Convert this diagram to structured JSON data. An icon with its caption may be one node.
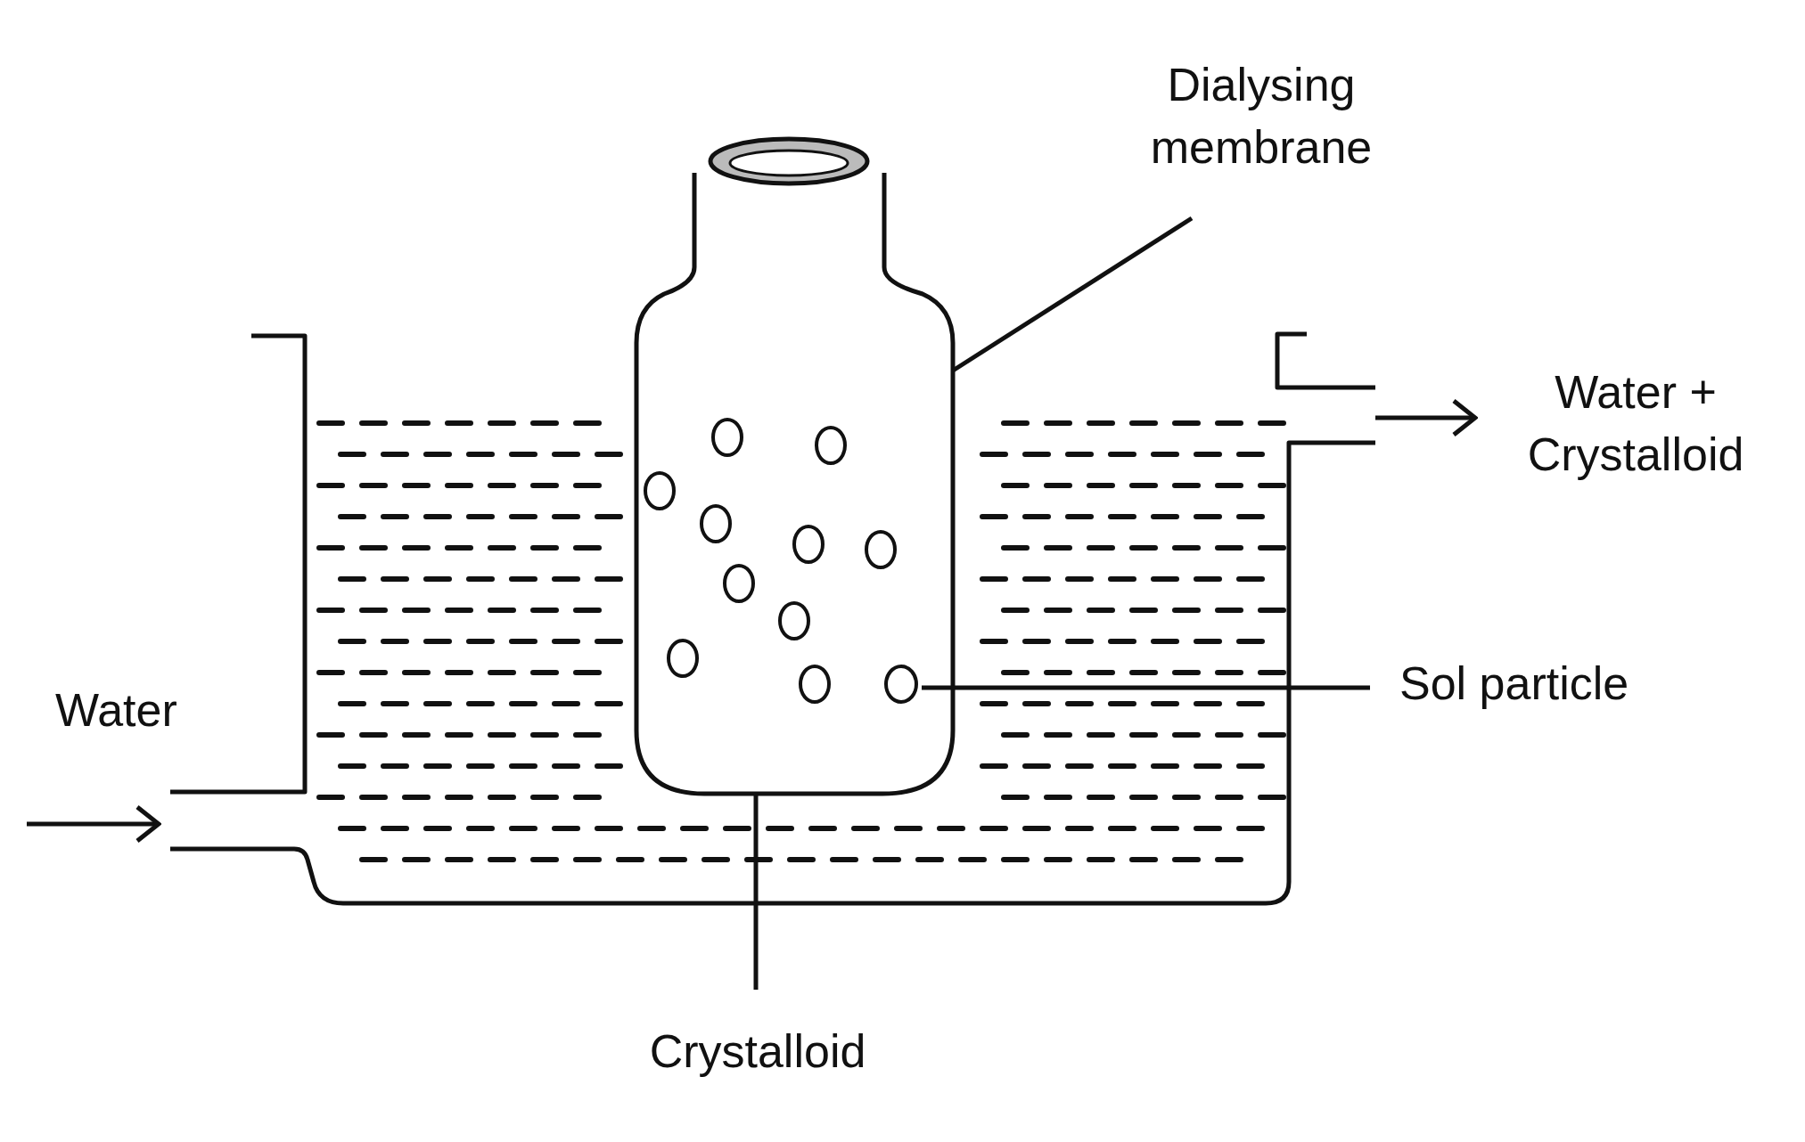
{
  "diagram": {
    "nodes": [
      {
        "text": [
          "Dialysing membrane"
        ]
      },
      {
        "text": [],
        "shape": "picture"
      },
      {
        "text": [
          "Sol particle"
        ]
      },
      {
        "text": [],
        "shape": "circle"
      },
      {
        "text": [
          "Crystalloid"
        ]
      },
      {
        "text": [],
        "shape": "picture"
      },
      {
        "text": [
          "Water + Crystalloid"
        ]
      }
    ],
    "edges": [
      {
        "from": 0,
        "to": 1,
        "arrow": "none"
      },
      {
        "from": 2,
        "to": 3,
        "arrow": "none"
      },
      {
        "from": 4,
        "to": 1,
        "arrow": "none"
      },
      {
        "from": null,
        "to": 5,
        "arrow": "to"
      },
      {
        "from": 5,
        "to": 6,
        "arrow": "to"
      }
    ],
    "labels": [
      "Water"
    ]
  }
}
